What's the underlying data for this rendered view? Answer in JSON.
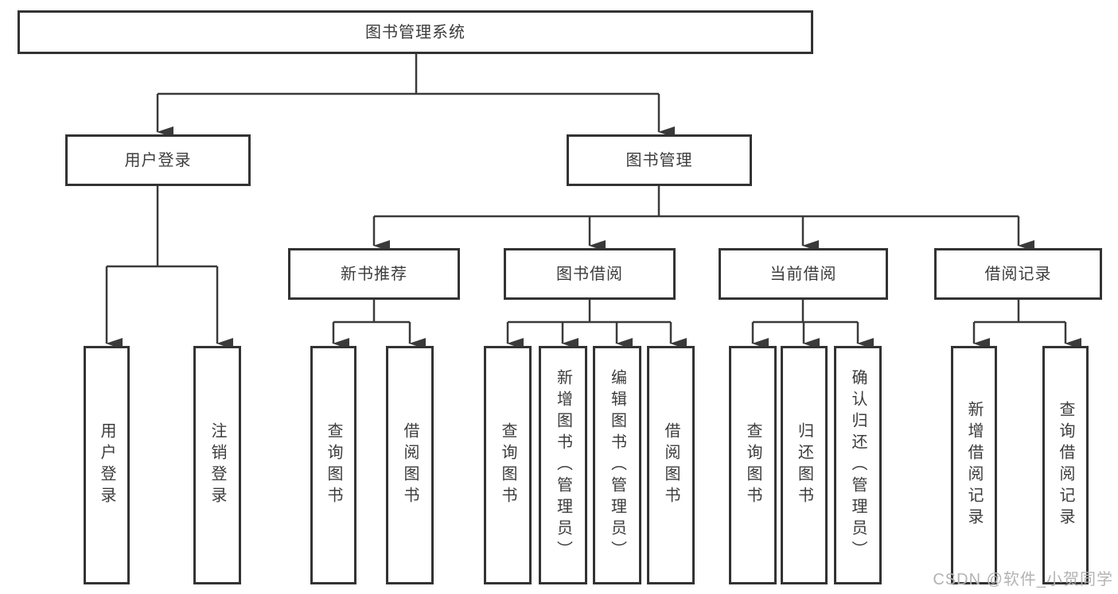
{
  "diagram": {
    "root": {
      "label": "图书管理系统"
    },
    "level2": [
      {
        "label": "用户登录"
      },
      {
        "label": "图书管理"
      }
    ],
    "level3": [
      {
        "label": "新书推荐"
      },
      {
        "label": "图书借阅"
      },
      {
        "label": "当前借阅"
      },
      {
        "label": "借阅记录"
      }
    ],
    "leaves": {
      "user_login": [
        {
          "label": "用户登录"
        },
        {
          "label": "注销登录"
        }
      ],
      "new_book": [
        {
          "label": "查询图书"
        },
        {
          "label": "借阅图书"
        }
      ],
      "book_borrow": [
        {
          "label": "查询图书"
        },
        {
          "label": "新增图书（管理员）"
        },
        {
          "label": "编辑图书（管理员）"
        },
        {
          "label": "借阅图书"
        }
      ],
      "current_borrow": [
        {
          "label": "查询图书"
        },
        {
          "label": "归还图书"
        },
        {
          "label": "确认归还（管理员）"
        }
      ],
      "borrow_record": [
        {
          "label": "新增借阅记录"
        },
        {
          "label": "查询借阅记录"
        }
      ]
    },
    "watermark": "CSDN @软件_小贺同学",
    "colors": {
      "line": "#3a3a3a",
      "box_border": "#333333",
      "text": "#3c3c3c",
      "watermark": "#b3b3b3",
      "background": "#ffffff"
    }
  }
}
